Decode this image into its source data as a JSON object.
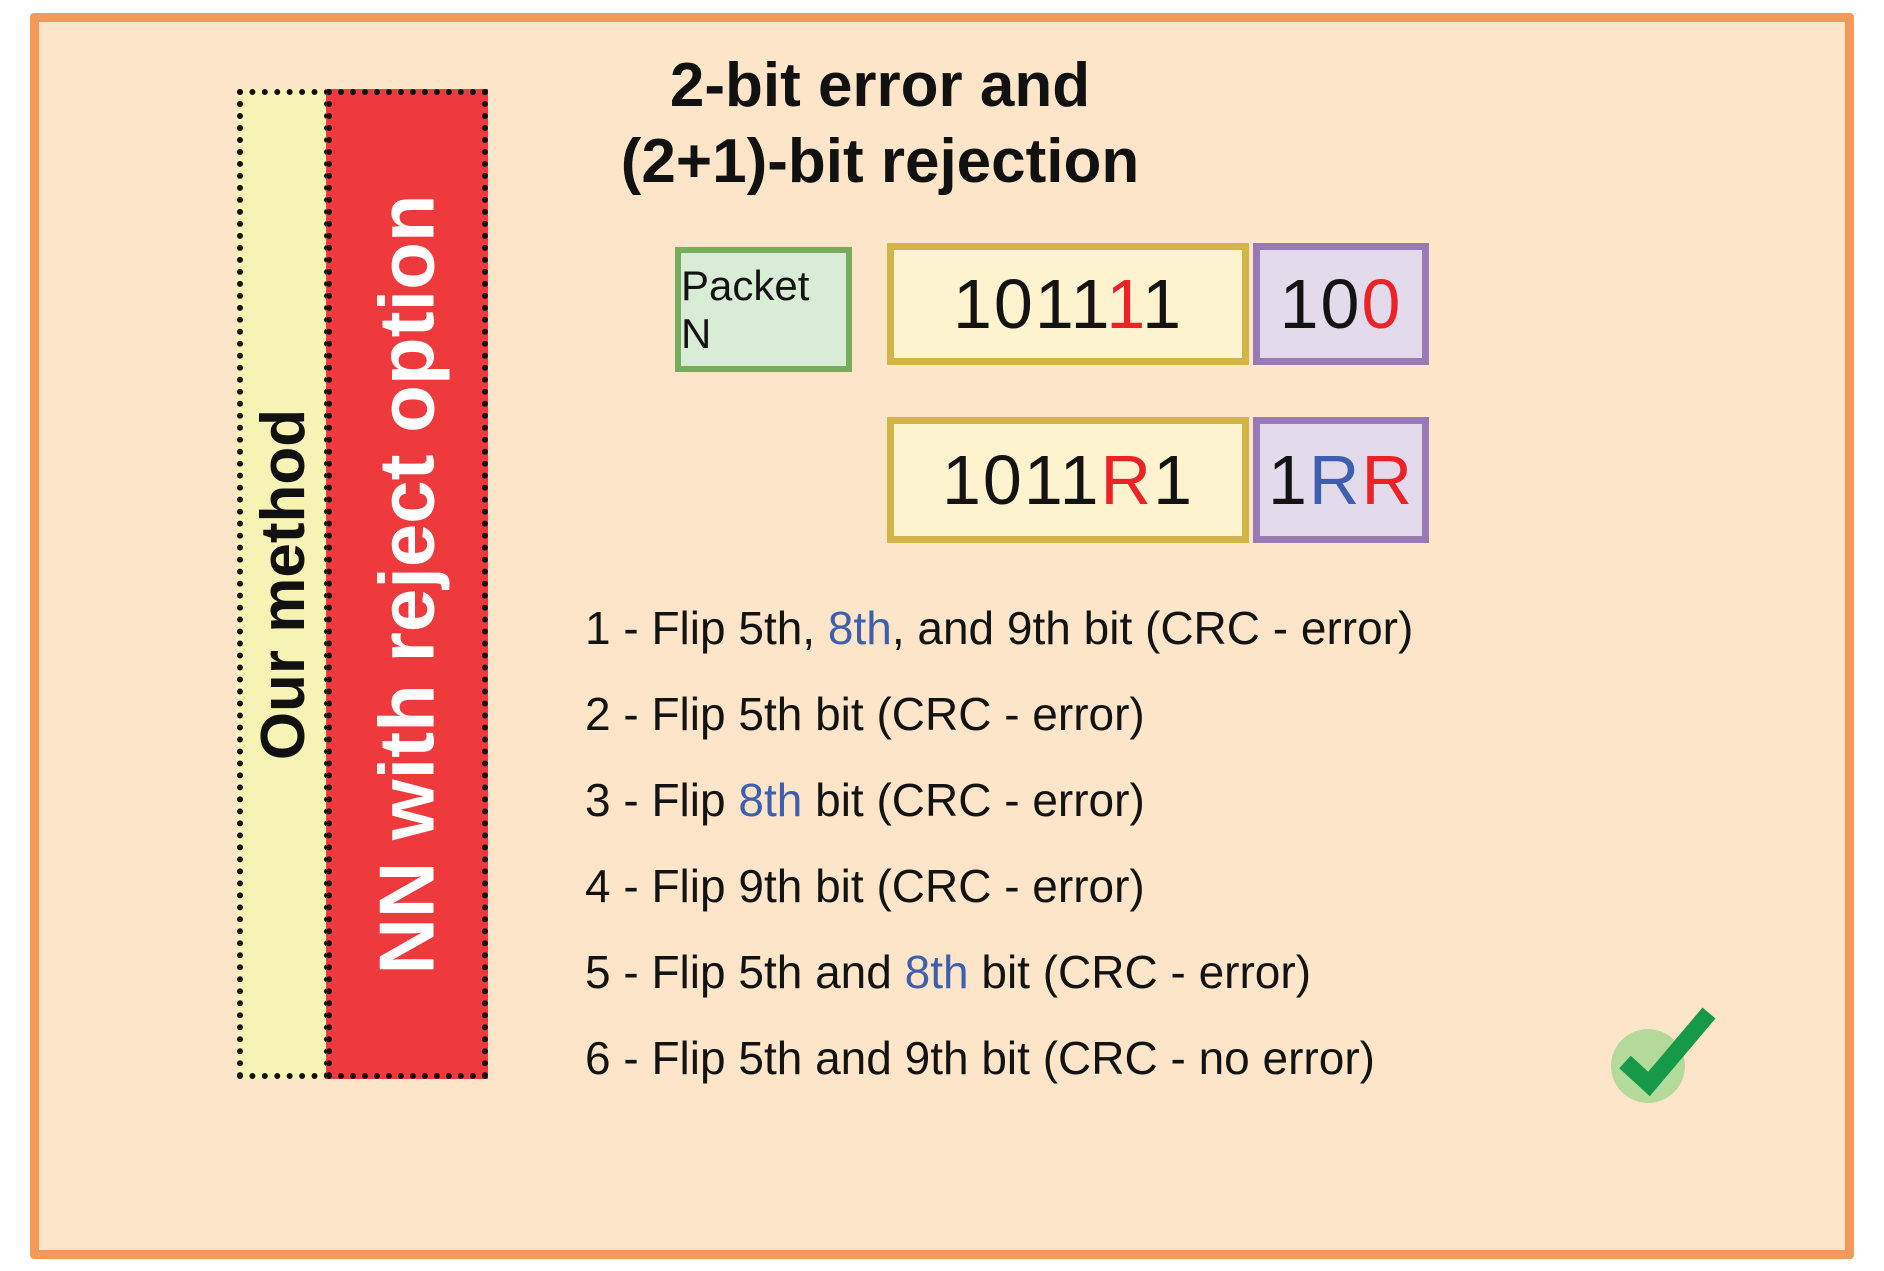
{
  "palette": {
    "page_background": "#ffffff",
    "panel_background": "#fde5ca",
    "panel_border": "#f4995c",
    "our_method_bar": "#f7f3b4",
    "nn_reject_bar": "#ee3a3d",
    "packet_box_bg": "#d9ecd6",
    "packet_box_border": "#77ac5c",
    "data_box_bg": "#fdf3cf",
    "data_box_border": "#d3b449",
    "crc_box_bg": "#e3dbec",
    "crc_box_border": "#9a7ab4",
    "text_black": "#131313",
    "text_red": "#ec2227",
    "text_blue": "#3d5fae",
    "check_green": "#17994a",
    "check_circle": "#b3da9b"
  },
  "left_labels": {
    "our_method": "Our method",
    "nn_reject": "NN with reject option"
  },
  "title": {
    "line1": "2-bit error and",
    "line2": "(2+1)-bit rejection"
  },
  "packet_label": "Packet N",
  "codes": {
    "row1_data": [
      {
        "t": "1011",
        "c": "black"
      },
      {
        "t": "1",
        "c": "red"
      },
      {
        "t": "1",
        "c": "black"
      }
    ],
    "row1_crc": [
      {
        "t": "10",
        "c": "black"
      },
      {
        "t": "0",
        "c": "red"
      }
    ],
    "row2_data": [
      {
        "t": "1011",
        "c": "black"
      },
      {
        "t": "R",
        "c": "red"
      },
      {
        "t": "1",
        "c": "black"
      }
    ],
    "row2_crc": [
      {
        "t": "1",
        "c": "black"
      },
      {
        "t": "R",
        "c": "blue"
      },
      {
        "t": "R",
        "c": "red"
      }
    ]
  },
  "steps": [
    {
      "segments": [
        {
          "t": "1 - Flip 5th, ",
          "c": "black"
        },
        {
          "t": "8th",
          "c": "blue"
        },
        {
          "t": ", and 9th bit (CRC - error)",
          "c": "black"
        }
      ]
    },
    {
      "segments": [
        {
          "t": "2 - Flip 5th bit (CRC - error)",
          "c": "black"
        }
      ]
    },
    {
      "segments": [
        {
          "t": "3 - Flip ",
          "c": "black"
        },
        {
          "t": "8th",
          "c": "blue"
        },
        {
          "t": " bit (CRC - error)",
          "c": "black"
        }
      ]
    },
    {
      "segments": [
        {
          "t": "4 - Flip 9th bit (CRC - error)",
          "c": "black"
        }
      ]
    },
    {
      "segments": [
        {
          "t": "5 - Flip 5th and ",
          "c": "black"
        },
        {
          "t": "8th",
          "c": "blue"
        },
        {
          "t": " bit (CRC - error)",
          "c": "black"
        }
      ]
    },
    {
      "segments": [
        {
          "t": "6 - Flip 5th and 9th bit (CRC - no error)",
          "c": "black"
        }
      ]
    }
  ]
}
